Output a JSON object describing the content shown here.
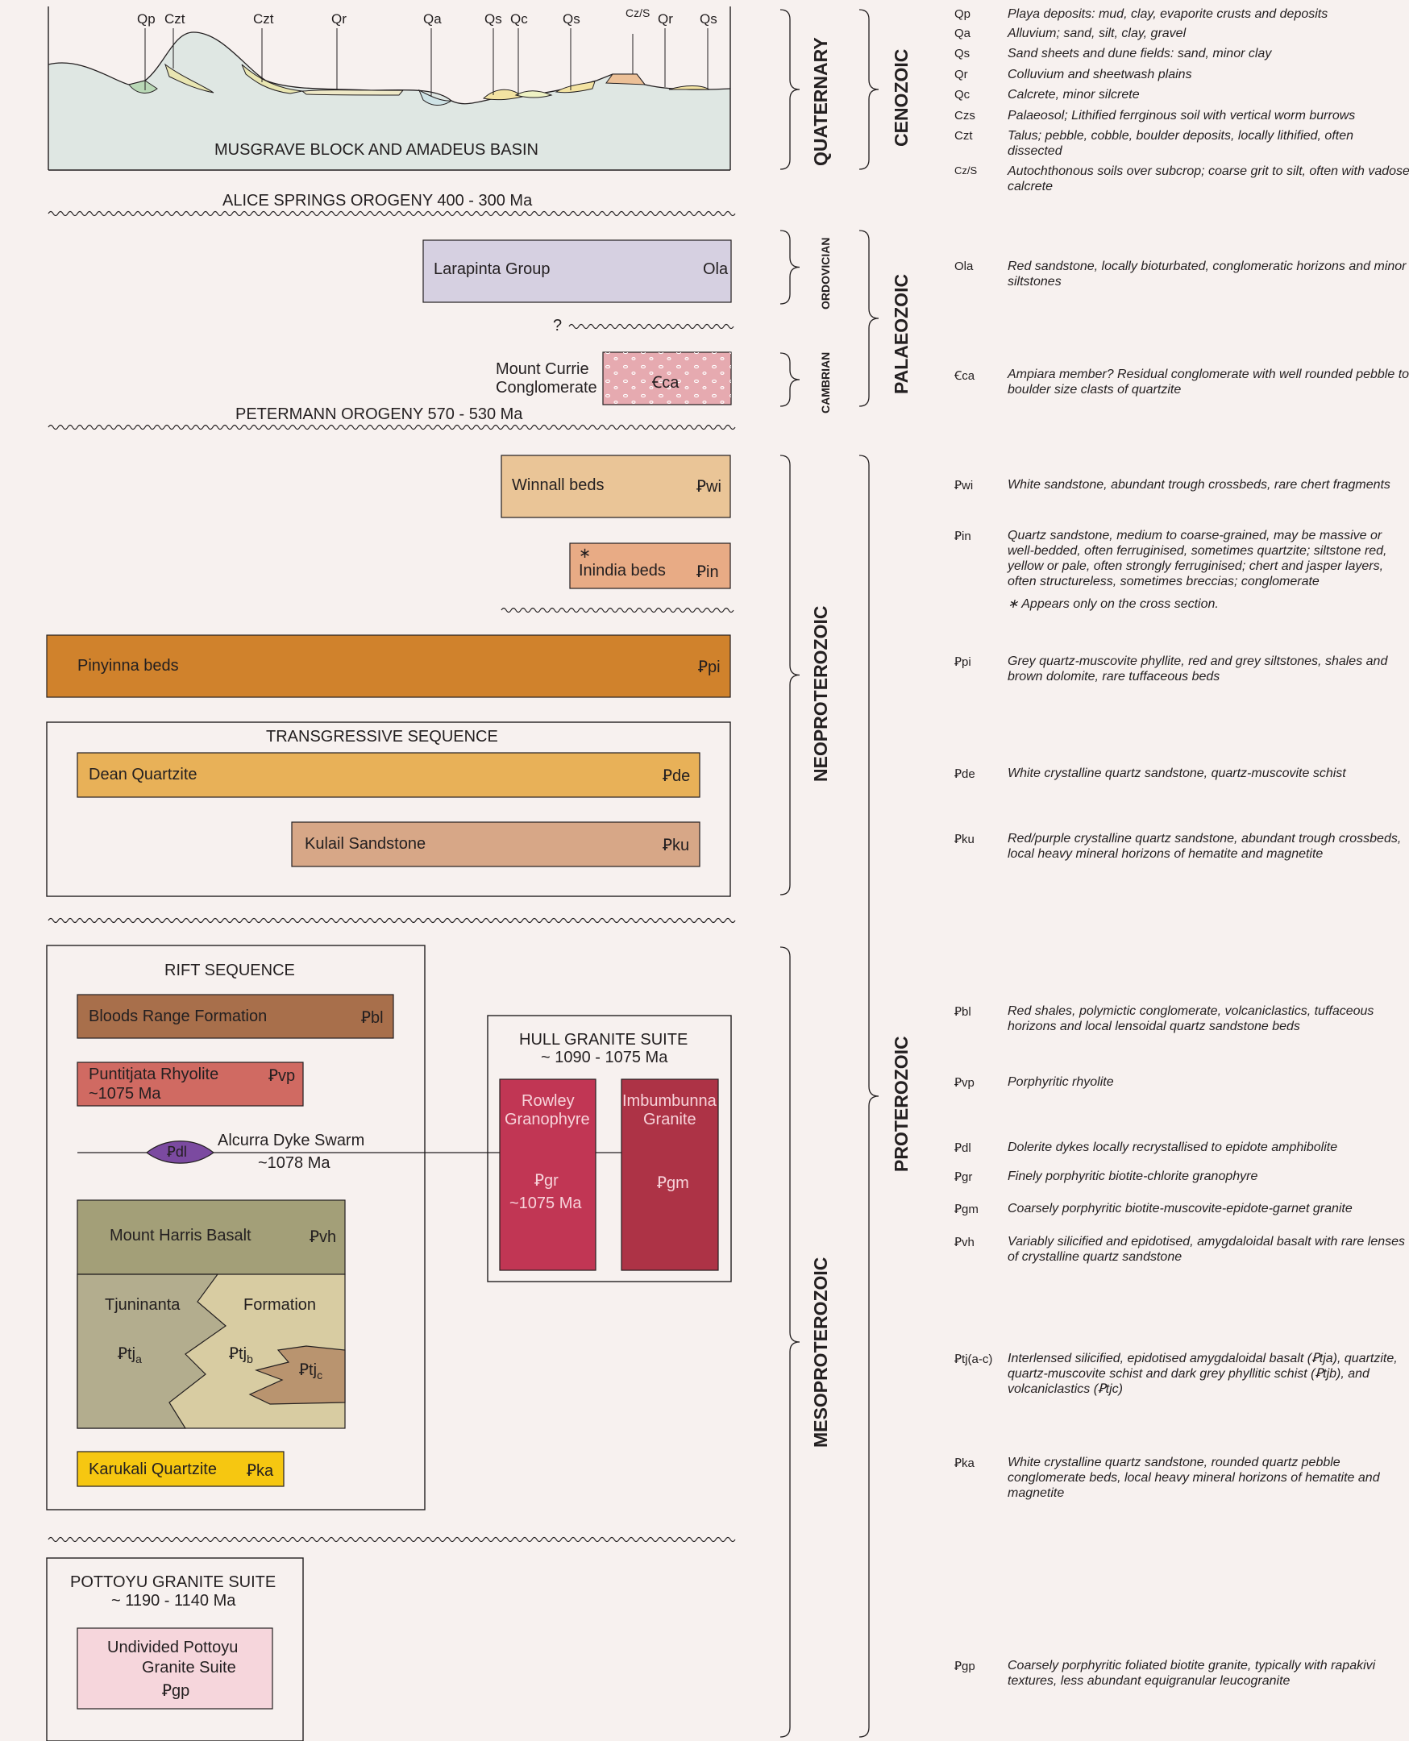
{
  "cross_section": {
    "top_labels": [
      "Qp",
      "Czt",
      "Czt",
      "Qr",
      "Qa",
      "Qs",
      "Qc",
      "Qs",
      "Cz/S",
      "Qr",
      "Qs"
    ],
    "basement_label": "MUSGRAVE BLOCK AND AMADEUS BASIN"
  },
  "unconformities": {
    "alice_springs": "ALICE SPRINGS OROGENY  400 - 300 Ma",
    "question": "?",
    "petermann": "PETERMANN OROGENY  570 - 530 Ma"
  },
  "units": {
    "larapinta": {
      "name": "Larapinta Group",
      "code": "Ola"
    },
    "mount_currie": {
      "name_line1": "Mount Currie",
      "name_line2": "Conglomerate",
      "code": "Ꞓca"
    },
    "winnall": {
      "name": "Winnall beds",
      "code": "Ꝑwi"
    },
    "inindia": {
      "name": "Inindia beds",
      "code": "Ꝑin",
      "mark": "∗"
    },
    "pinyinna": {
      "name": "Pinyinna beds",
      "code": "Ꝑpi"
    },
    "transgressive": {
      "title": "TRANSGRESSIVE SEQUENCE"
    },
    "dean": {
      "name": "Dean Quartzite",
      "code": "Ꝑde"
    },
    "kulail": {
      "name": "Kulail Sandstone",
      "code": "Ꝑku"
    },
    "rift": {
      "title": "RIFT SEQUENCE"
    },
    "bloods": {
      "name": "Bloods Range Formation",
      "code": "Ꝑbl"
    },
    "puntitjata": {
      "name": "Puntitjata Rhyolite",
      "age": "~1075 Ma",
      "code": "Ꝑvp"
    },
    "alcurra": {
      "name": "Alcurra Dyke Swarm",
      "age": "~1078 Ma",
      "code": "Ꝑdl"
    },
    "hull": {
      "title": "HULL GRANITE SUITE",
      "age": "~ 1090 - 1075 Ma"
    },
    "rowley": {
      "line1": "Rowley",
      "line2": "Granophyre",
      "code": "Ꝑgr",
      "age": "~1075 Ma"
    },
    "imbumbunna": {
      "line1": "Imbumbunna",
      "line2": "Granite",
      "code": "Ꝑgm"
    },
    "harris": {
      "name": "Mount Harris Basalt",
      "code": "Ꝑvh"
    },
    "tjuninanta": {
      "name1": "Tjuninanta",
      "name2": "Formation",
      "a": "Ꝑtj",
      "b": "Ꝑtj",
      "c": "Ꝑtj",
      "sa": "a",
      "sb": "b",
      "sc": "c"
    },
    "karukali": {
      "name": "Karukali Quartzite",
      "code": "Ꝑka"
    },
    "pottoyu": {
      "title": "POTTOYU GRANITE SUITE",
      "age": "~ 1190 - 1140 Ma",
      "line1": "Undivided Pottoyu",
      "line2": "Granite Suite",
      "code": "Ꝑgp"
    }
  },
  "time_labels": {
    "quaternary": "QUATERNARY",
    "cenozoic": "CENOZOIC",
    "ordovician": "ORDOVICIAN",
    "cambrian": "CAMBRIAN",
    "palaeozoic": "PALAEOZOIC",
    "neoproterozoic": "NEOPROTEROZOIC",
    "mesoproterozoic": "MESOPROTEROZOIC",
    "proterozoic": "PROTEROZOIC"
  },
  "legend": [
    {
      "code": "Qp",
      "text": "Playa deposits: mud, clay, evaporite crusts and deposits"
    },
    {
      "code": "Qa",
      "text": "Alluvium; sand, silt, clay, gravel"
    },
    {
      "code": "Qs",
      "text": "Sand sheets and dune fields: sand, minor clay"
    },
    {
      "code": "Qr",
      "text": "Colluvium and sheetwash plains"
    },
    {
      "code": "Qc",
      "text": "Calcrete, minor silcrete"
    },
    {
      "code": "Czs",
      "text": "Palaeosol; Lithified ferrginous soil with vertical worm burrows"
    },
    {
      "code": "Czt",
      "text": "Talus; pebble, cobble, boulder deposits, locally lithified, often dissected"
    },
    {
      "code": "Cz/S",
      "text": "Autochthonous soils over subcrop; coarse grit to silt, often with vadose calcrete"
    },
    {
      "code": "Ola",
      "text": "Red sandstone, locally bioturbated, conglomeratic horizons and minor siltstones"
    },
    {
      "code": "Ꞓca",
      "text": "Ampiara member? Residual conglomerate with well rounded pebble to boulder size clasts of quartzite"
    },
    {
      "code": "Ꝑwi",
      "text": "White sandstone, abundant trough crossbeds, rare chert fragments"
    },
    {
      "code": "Ꝑin",
      "text": "Quartz sandstone, medium to coarse-grained, may be massive or well-bedded, often ferruginised, sometimes quartzite; siltstone red, yellow or pale, often strongly ferruginised; chert and jasper layers, often structureless, sometimes breccias; conglomerate"
    },
    {
      "code": "",
      "text": "∗ Appears only on the cross section."
    },
    {
      "code": "Ꝑpi",
      "text": "Grey quartz-muscovite phyllite, red and grey siltstones, shales and brown dolomite, rare tuffaceous beds"
    },
    {
      "code": "Ꝑde",
      "text": "White crystalline quartz sandstone, quartz-muscovite schist"
    },
    {
      "code": "Ꝑku",
      "text": "Red/purple crystalline quartz sandstone, abundant trough crossbeds, local heavy mineral horizons of hematite and magnetite"
    },
    {
      "code": "Ꝑbl",
      "text": "Red shales, polymictic conglomerate, volcaniclastics, tuffaceous horizons and local lensoidal quartz sandstone beds"
    },
    {
      "code": "Ꝑvp",
      "text": "Porphyritic rhyolite"
    },
    {
      "code": "Ꝑdl",
      "text": "Dolerite dykes locally recrystallised to epidote amphibolite"
    },
    {
      "code": "Ꝑgr",
      "text": "Finely porphyritic biotite-chlorite granophyre"
    },
    {
      "code": "Ꝑgm",
      "text": "Coarsely porphyritic biotite-muscovite-epidote-garnet granite"
    },
    {
      "code": "Ꝑvh",
      "text": "Variably silicified and epidotised, amygdaloidal basalt with rare lenses of crystalline quartz sandstone"
    },
    {
      "code": "Ꝑtj(a-c)",
      "text": "Interlensed silicified, epidotised amygdaloidal basalt (Ꝑtja), quartzite, quartz-muscovite schist and dark grey phyllitic schist (Ꝑtjb), and volcaniclastics (Ꝑtjc)"
    },
    {
      "code": "Ꝑka",
      "text": "White crystalline quartz sandstone, rounded quartz pebble conglomerate beds, local heavy mineral horizons of hematite and magnetite"
    },
    {
      "code": "Ꝑgp",
      "text": "Coarsely porphyritic foliated biotite granite, typically with rapakivi textures, less abundant equigranular leucogranite"
    }
  ],
  "colors": {
    "background": "#f7f1ef",
    "larapinta": "#d6d0e1",
    "currie": "#e6aab0",
    "winnall": "#eac597",
    "inindia": "#e8ab85",
    "pinyinna": "#d0822c",
    "dean": "#e8b158",
    "kulail": "#d7a787",
    "bloods": "#a86f4b",
    "puntitjata": "#d06a62",
    "dyke": "#7b4aa0",
    "rowley": "#c13654",
    "imbumbunna": "#ad3346",
    "harris": "#a39f78",
    "tjuninanta_a": "#b3ad8e",
    "tjuninanta_b": "#d8cca2",
    "tjuninanta_c": "#b9946f",
    "karukali": "#f6c711",
    "pottoyu": "#f6d6dc"
  }
}
